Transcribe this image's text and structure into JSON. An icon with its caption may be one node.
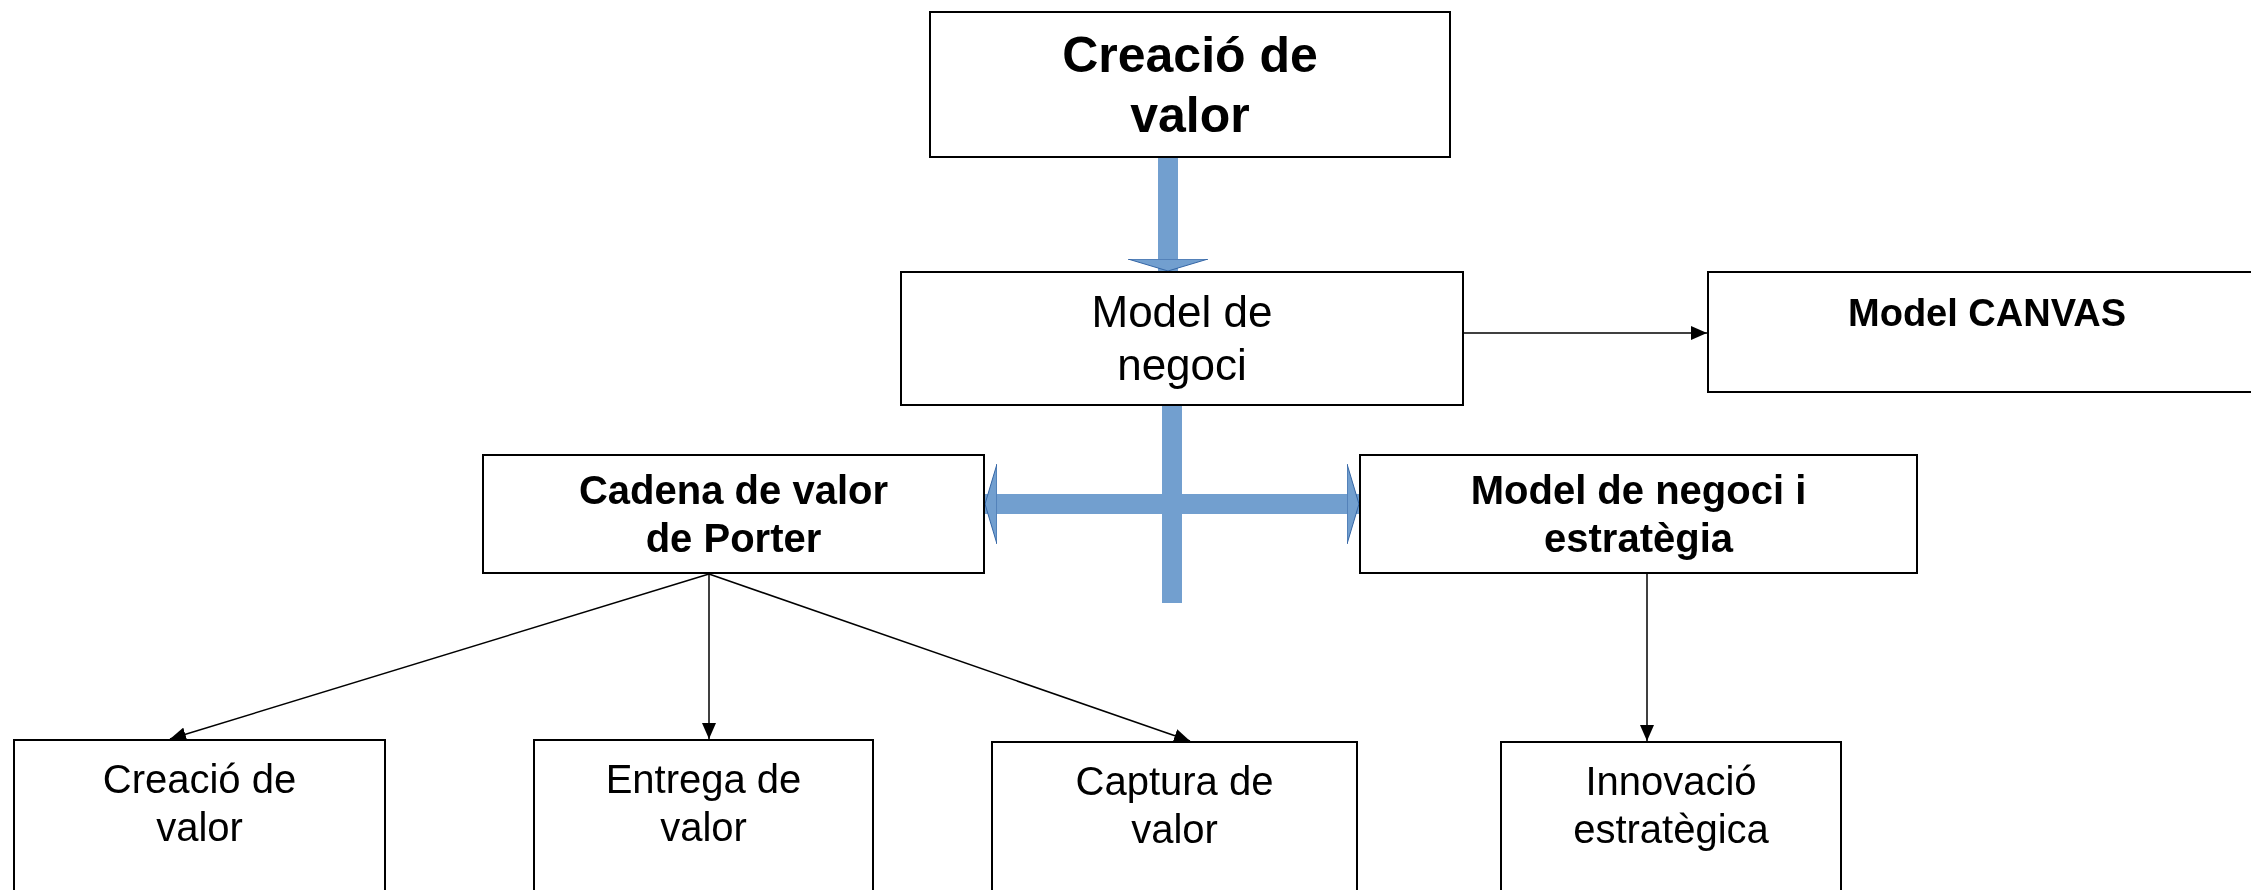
{
  "diagram": {
    "nodes": [
      {
        "text": [
          "Creació de valor"
        ]
      },
      {
        "text": [
          "Model de negoci"
        ]
      },
      {
        "text": [
          "Model CANVAS"
        ]
      },
      {
        "text": [
          "Cadena de valor de Porter"
        ]
      },
      {
        "text": [
          "Model de negoci i estratègia"
        ]
      },
      {
        "text": [
          "Creació de valor"
        ]
      },
      {
        "text": [
          "Entrega de valor"
        ]
      },
      {
        "text": [
          "Captura de valor"
        ]
      },
      {
        "text": [
          "Innovació estratègica"
        ]
      }
    ],
    "edges": [
      {
        "from": 0,
        "to": 1,
        "arrow": "to",
        "style": "thick",
        "color": "#729fcf"
      },
      {
        "from": 1,
        "to": 2,
        "arrow": "to"
      },
      {
        "from": 3,
        "to": 4,
        "arrow": "both",
        "style": "thick",
        "color": "#729fcf"
      },
      {
        "from": 1,
        "to": null,
        "arrow": "none",
        "style": "thick",
        "color": "#729fcf"
      },
      {
        "from": 3,
        "to": 5,
        "arrow": "to"
      },
      {
        "from": 3,
        "to": 6,
        "arrow": "to"
      },
      {
        "from": 3,
        "to": 7,
        "arrow": "to"
      },
      {
        "from": 4,
        "to": 8,
        "arrow": "to"
      }
    ]
  }
}
